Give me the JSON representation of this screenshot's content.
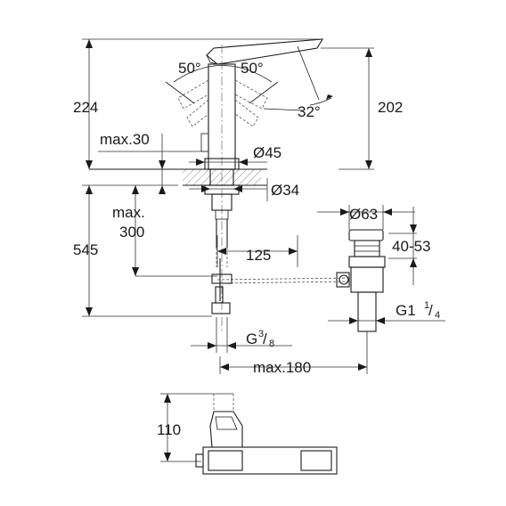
{
  "dimensions": {
    "total_height_label": "224",
    "spout_height_label": "202",
    "max_deck_label": "max.30",
    "body_diameter_label": "Ø45",
    "hole_diameter_label": "Ø34",
    "max_drop_label_line1": "max.",
    "max_drop_label_line2": "300",
    "below_deck_label": "545",
    "waste_offset_label": "125",
    "drain_diameter_label": "Ø63",
    "drain_range_label": "40-53",
    "drain_thread_label": "G1",
    "drain_thread_num": "1",
    "drain_thread_den": "4",
    "hose_thread_label": "G",
    "hose_thread_num": "3",
    "hose_thread_den": "8",
    "reach_label": "max.180",
    "plan_height_label": "110"
  },
  "angles": {
    "lever_left_label": "50°",
    "lever_right_label": "50°",
    "spout_angle_label": "32°"
  },
  "colors": {
    "line": "#1a1a1a",
    "background": "#ffffff"
  }
}
